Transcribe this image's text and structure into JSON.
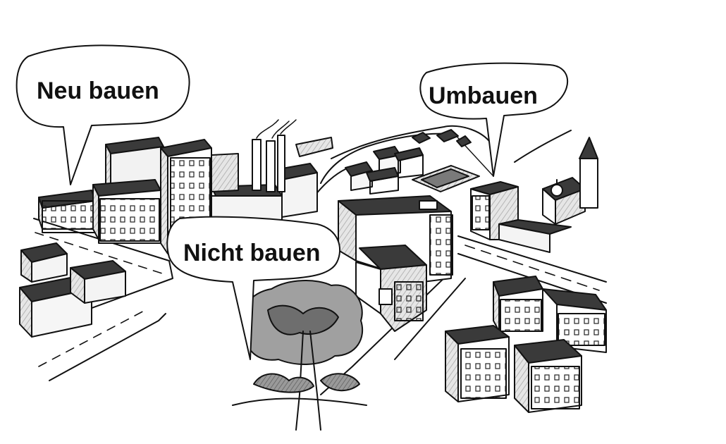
{
  "bubbles": {
    "new_build": "Neu bauen",
    "rebuild": "Umbauen",
    "no_build": "Nicht bauen"
  },
  "colors": {
    "ink": "#111111",
    "roof": "#3a3a3a",
    "wall_shade": "#cfcfcf",
    "foliage": "#8a8a8a",
    "background": "#ffffff"
  }
}
